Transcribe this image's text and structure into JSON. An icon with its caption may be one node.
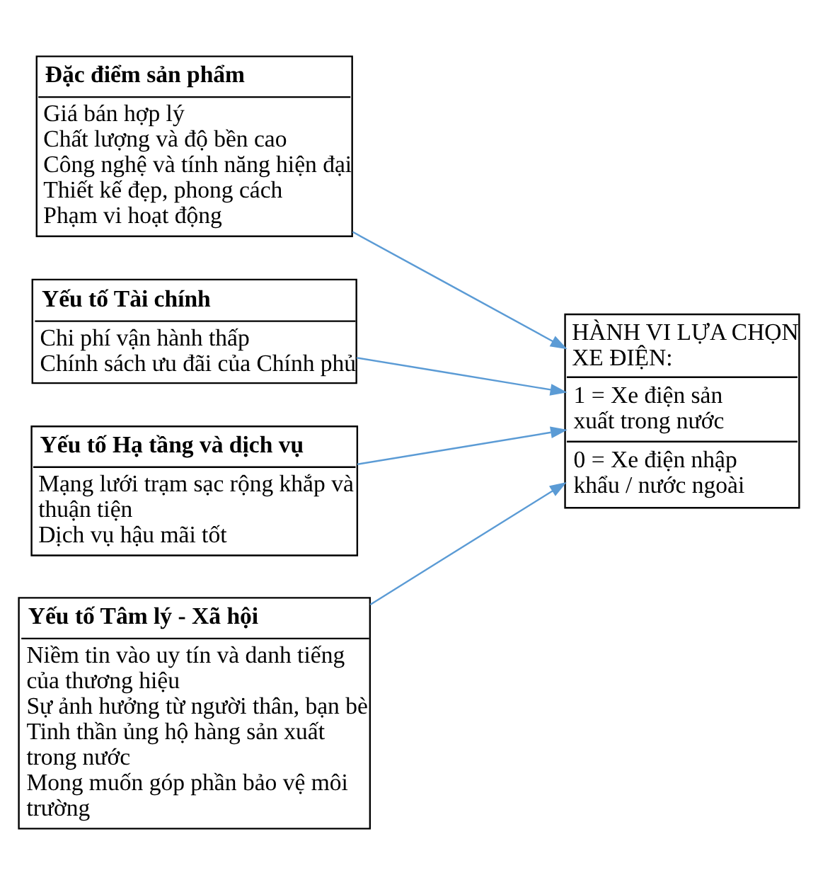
{
  "diagram": {
    "nodes": [
      {
        "text": [
          "Đặc điểm sản phẩm",
          "Giá bán hợp lý",
          "Chất lượng và độ bền cao",
          "Công nghệ và tính năng hiện đại",
          "Thiết kế đẹp, phong cách",
          "Phạm vi hoạt động"
        ]
      },
      {
        "text": [
          "Yếu tố Tài chính",
          "Chi phí vận hành thấp",
          "Chính sách ưu đãi của Chính phủ"
        ]
      },
      {
        "text": [
          "HÀNH VI LỰA CHỌN XE ĐIỆN:",
          "1 = Xe điện sản xuất trong nước",
          "0 = Xe điện nhập khẩu / nước ngoài"
        ]
      },
      {
        "text": [
          "Yếu tố Hạ tầng và dịch vụ",
          "Mạng lưới trạm sạc rộng khắp và thuận tiện",
          "Dịch vụ hậu mãi tốt"
        ]
      },
      {
        "text": [
          "Yếu tố Tâm lý - Xã hội",
          "Niềm tin vào uy tín và danh tiếng của thương hiệu",
          "Sự ảnh hưởng từ người thân, bạn bè",
          "Tinh thần ủng hộ hàng sản xuất trong nước",
          "Mong muốn góp phần bảo vệ môi trường"
        ]
      }
    ],
    "edges": [
      {
        "from": 0,
        "to": 2,
        "arrow": "to"
      },
      {
        "from": 1,
        "to": 2,
        "arrow": "to"
      },
      {
        "from": 3,
        "to": 2,
        "arrow": "to"
      },
      {
        "from": 4,
        "to": 2,
        "arrow": "to"
      }
    ]
  }
}
